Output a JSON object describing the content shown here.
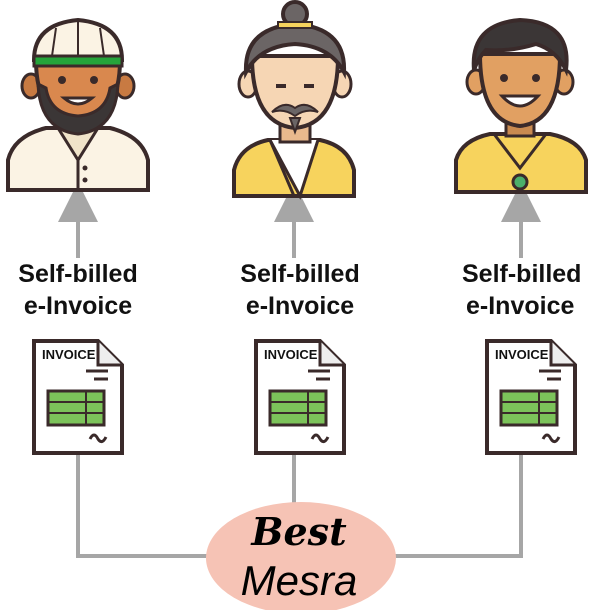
{
  "brand": {
    "line1": "Best",
    "line2": "Mesra",
    "bubble_color": "#f6c3b5"
  },
  "recipients": [
    {
      "id": "person-1",
      "label_line1": "Self-billed",
      "label_line2": "e-Invoice",
      "invoice_title": "INVOICE"
    },
    {
      "id": "person-2",
      "label_line1": "Self-billed",
      "label_line2": "e-Invoice",
      "invoice_title": "INVOICE"
    },
    {
      "id": "person-3",
      "label_line1": "Self-billed",
      "label_line2": "e-Invoice",
      "invoice_title": "INVOICE"
    }
  ],
  "colors": {
    "connector": "#a6a6a6",
    "invoice_table": "#7cc35a",
    "skin_dark": "#d9884e",
    "skin_light": "#f6d6b4",
    "skin_medium": "#e1a062",
    "robe_yellow": "#f7d35d",
    "outline": "#3a2a2a"
  }
}
